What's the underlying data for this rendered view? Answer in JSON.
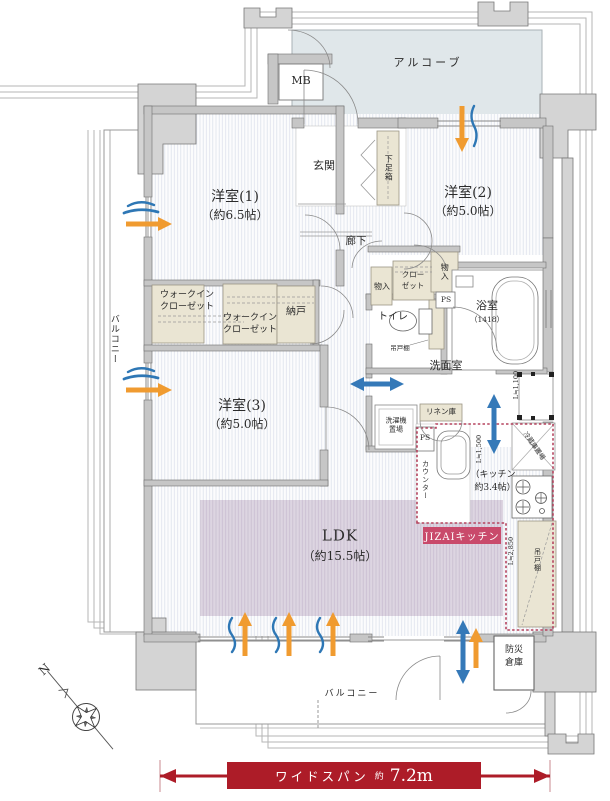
{
  "rooms": {
    "alcove": "アルコーブ",
    "meter_box": "MB",
    "entrance": "玄関",
    "shoe_cabinet": "下足箱",
    "western1": {
      "name": "洋室(1)",
      "size": "（約6.5帖）"
    },
    "western2": {
      "name": "洋室(2)",
      "size": "（約5.0帖）"
    },
    "western3": {
      "name": "洋室(3)",
      "size": "（約5.0帖）"
    },
    "hallway": "廊下",
    "wic1": {
      "line1": "ウォークイン",
      "line2": "クローゼット"
    },
    "wic2": {
      "line1": "ウォークイン",
      "line2": "クローゼット"
    },
    "storeroom": "納戸",
    "storage_left": "物入",
    "closet": {
      "line1": "クロー",
      "line2": "ゼット"
    },
    "storage_right": "物入",
    "pipe_space_upper": "PS",
    "pipe_space_kitchen": "PS",
    "toilet": "トイレ",
    "toilet_shelf": "吊戸棚",
    "bathroom": {
      "name": "浴室",
      "size": "（1418）"
    },
    "washroom": "洗面室",
    "linen_closet": "リネン庫",
    "washer": {
      "line1": "洗濯機",
      "line2": "置場"
    },
    "counter": "カウンター",
    "kitchen": {
      "line1": "（キッチン",
      "line2": "約3.4帖）"
    },
    "refrigerator": "冷蔵庫置場",
    "hanging_cupboard": "吊戸棚",
    "jizai_kitchen": "JIZAIキッチン",
    "ldk": {
      "name": "LDK",
      "size": "（約15.5帖）"
    },
    "disaster_storage": {
      "line1": "防災",
      "line2": "倉庫"
    },
    "balcony_left": "バルコニー",
    "balcony_bottom": "バルコニー"
  },
  "dimensions": {
    "counter_window": "L≒1,100",
    "sink": "L≒1,500",
    "kitchen_side": "L≒2,850"
  },
  "scale_bar": {
    "label": "ワイドスパン",
    "value_prefix": "約",
    "value": "7.2m"
  },
  "compass": {
    "north": "N"
  },
  "colors": {
    "wall": "#c6c6c6",
    "alcove_bg": "#e0e7ea",
    "closet_bg": "#eae5d3",
    "ldk_rug": "#ddd5e1",
    "accent_red": "#ad1c28",
    "jizai_bg": "#c94a6b",
    "arrow_orange": "#f09b30",
    "arrow_blue": "#3579b8",
    "kitchen_dash": "#b5445f"
  }
}
